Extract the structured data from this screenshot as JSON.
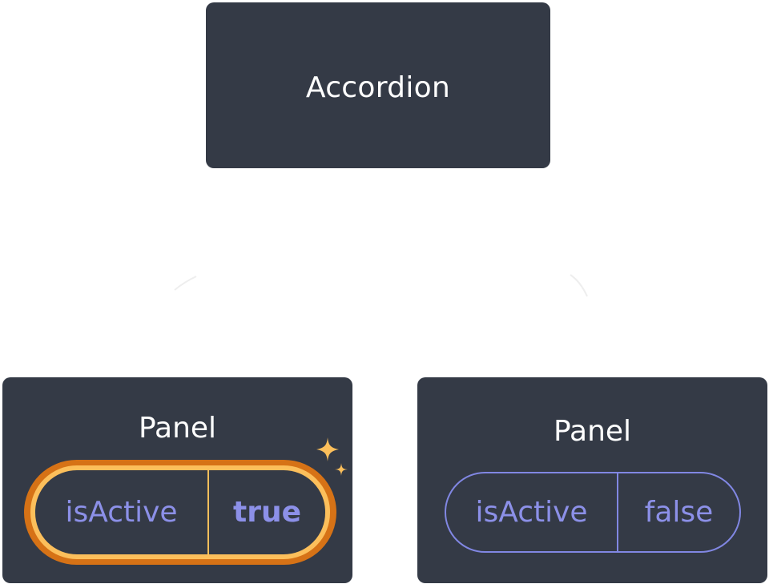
{
  "root": {
    "label": "Accordion"
  },
  "panels": [
    {
      "title": "Panel",
      "state_key": "isActive",
      "state_value": "true",
      "highlighted": true
    },
    {
      "title": "Panel",
      "state_key": "isActive",
      "state_value": "false",
      "highlighted": false
    }
  ],
  "colors": {
    "node_bg": "#343a46",
    "node_text": "#ffffff",
    "state_text": "#8c90e8",
    "highlight_inner": "#fcbf5b",
    "highlight_outer": "#d67216"
  },
  "icons": {
    "highlight_sparkle": "sparkle-icon"
  }
}
